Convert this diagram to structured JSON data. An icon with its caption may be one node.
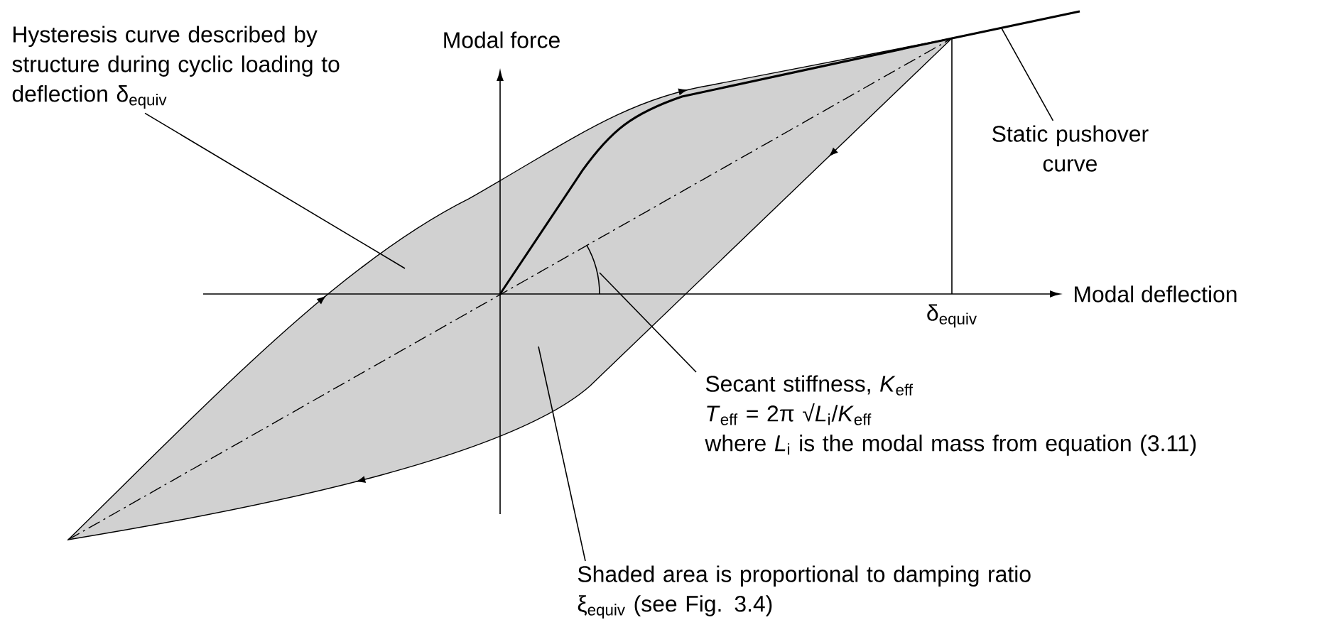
{
  "diagram": {
    "nodes": [
      {
        "text": [
          "Hysteresis curve described by structure during cyclic loading to deflection δ$_{equiv}$"
        ]
      },
      {
        "text": [
          "Static pushover curve"
        ]
      },
      {
        "text": [
          "Secant stiffness, *K*$_{eff}$",
          "*T*$_{eff}$ = 2π √*L*$_{i}$/*K*$_{eff}$",
          "where *L*$_{i}$ is the modal mass from equation (3.11)"
        ]
      },
      {
        "text": [
          "Shaded area is proportional to damping ratio ξ$_{equiv}$ (see Fig. 3.4)"
        ]
      }
    ],
    "edges": [
      {
        "from": 0,
        "to": null,
        "arrow": "none"
      },
      {
        "from": 1,
        "to": null,
        "arrow": "none"
      },
      {
        "from": 2,
        "to": null,
        "arrow": "none"
      },
      {
        "from": 3,
        "to": null,
        "arrow": "none"
      }
    ],
    "labels": [
      "Modal force",
      "Modal deflection",
      "δ$_{equiv}$"
    ]
  }
}
